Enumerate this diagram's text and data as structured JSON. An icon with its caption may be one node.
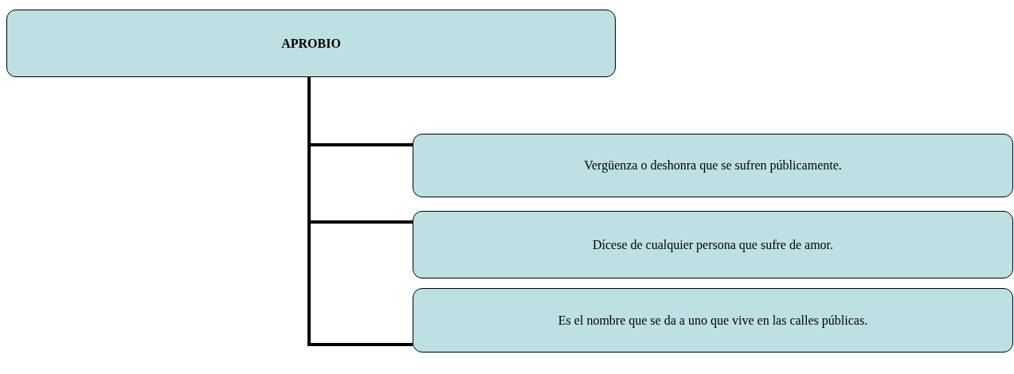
{
  "diagram": {
    "nodes": [
      {
        "text": [
          "APROBIO"
        ]
      },
      {
        "text": [
          "Vergüenza o deshonra que se sufren públicamente."
        ]
      },
      {
        "text": [
          "Dícese de cualquier persona que sufre de amor."
        ]
      },
      {
        "text": [
          "Es el nombre que se da a uno que vive en las calles públicas."
        ]
      }
    ],
    "edges": [
      {
        "from": 0,
        "to": 1,
        "arrow": "none"
      },
      {
        "from": 0,
        "to": 2,
        "arrow": "none"
      },
      {
        "from": 0,
        "to": 3,
        "arrow": "none"
      }
    ]
  }
}
